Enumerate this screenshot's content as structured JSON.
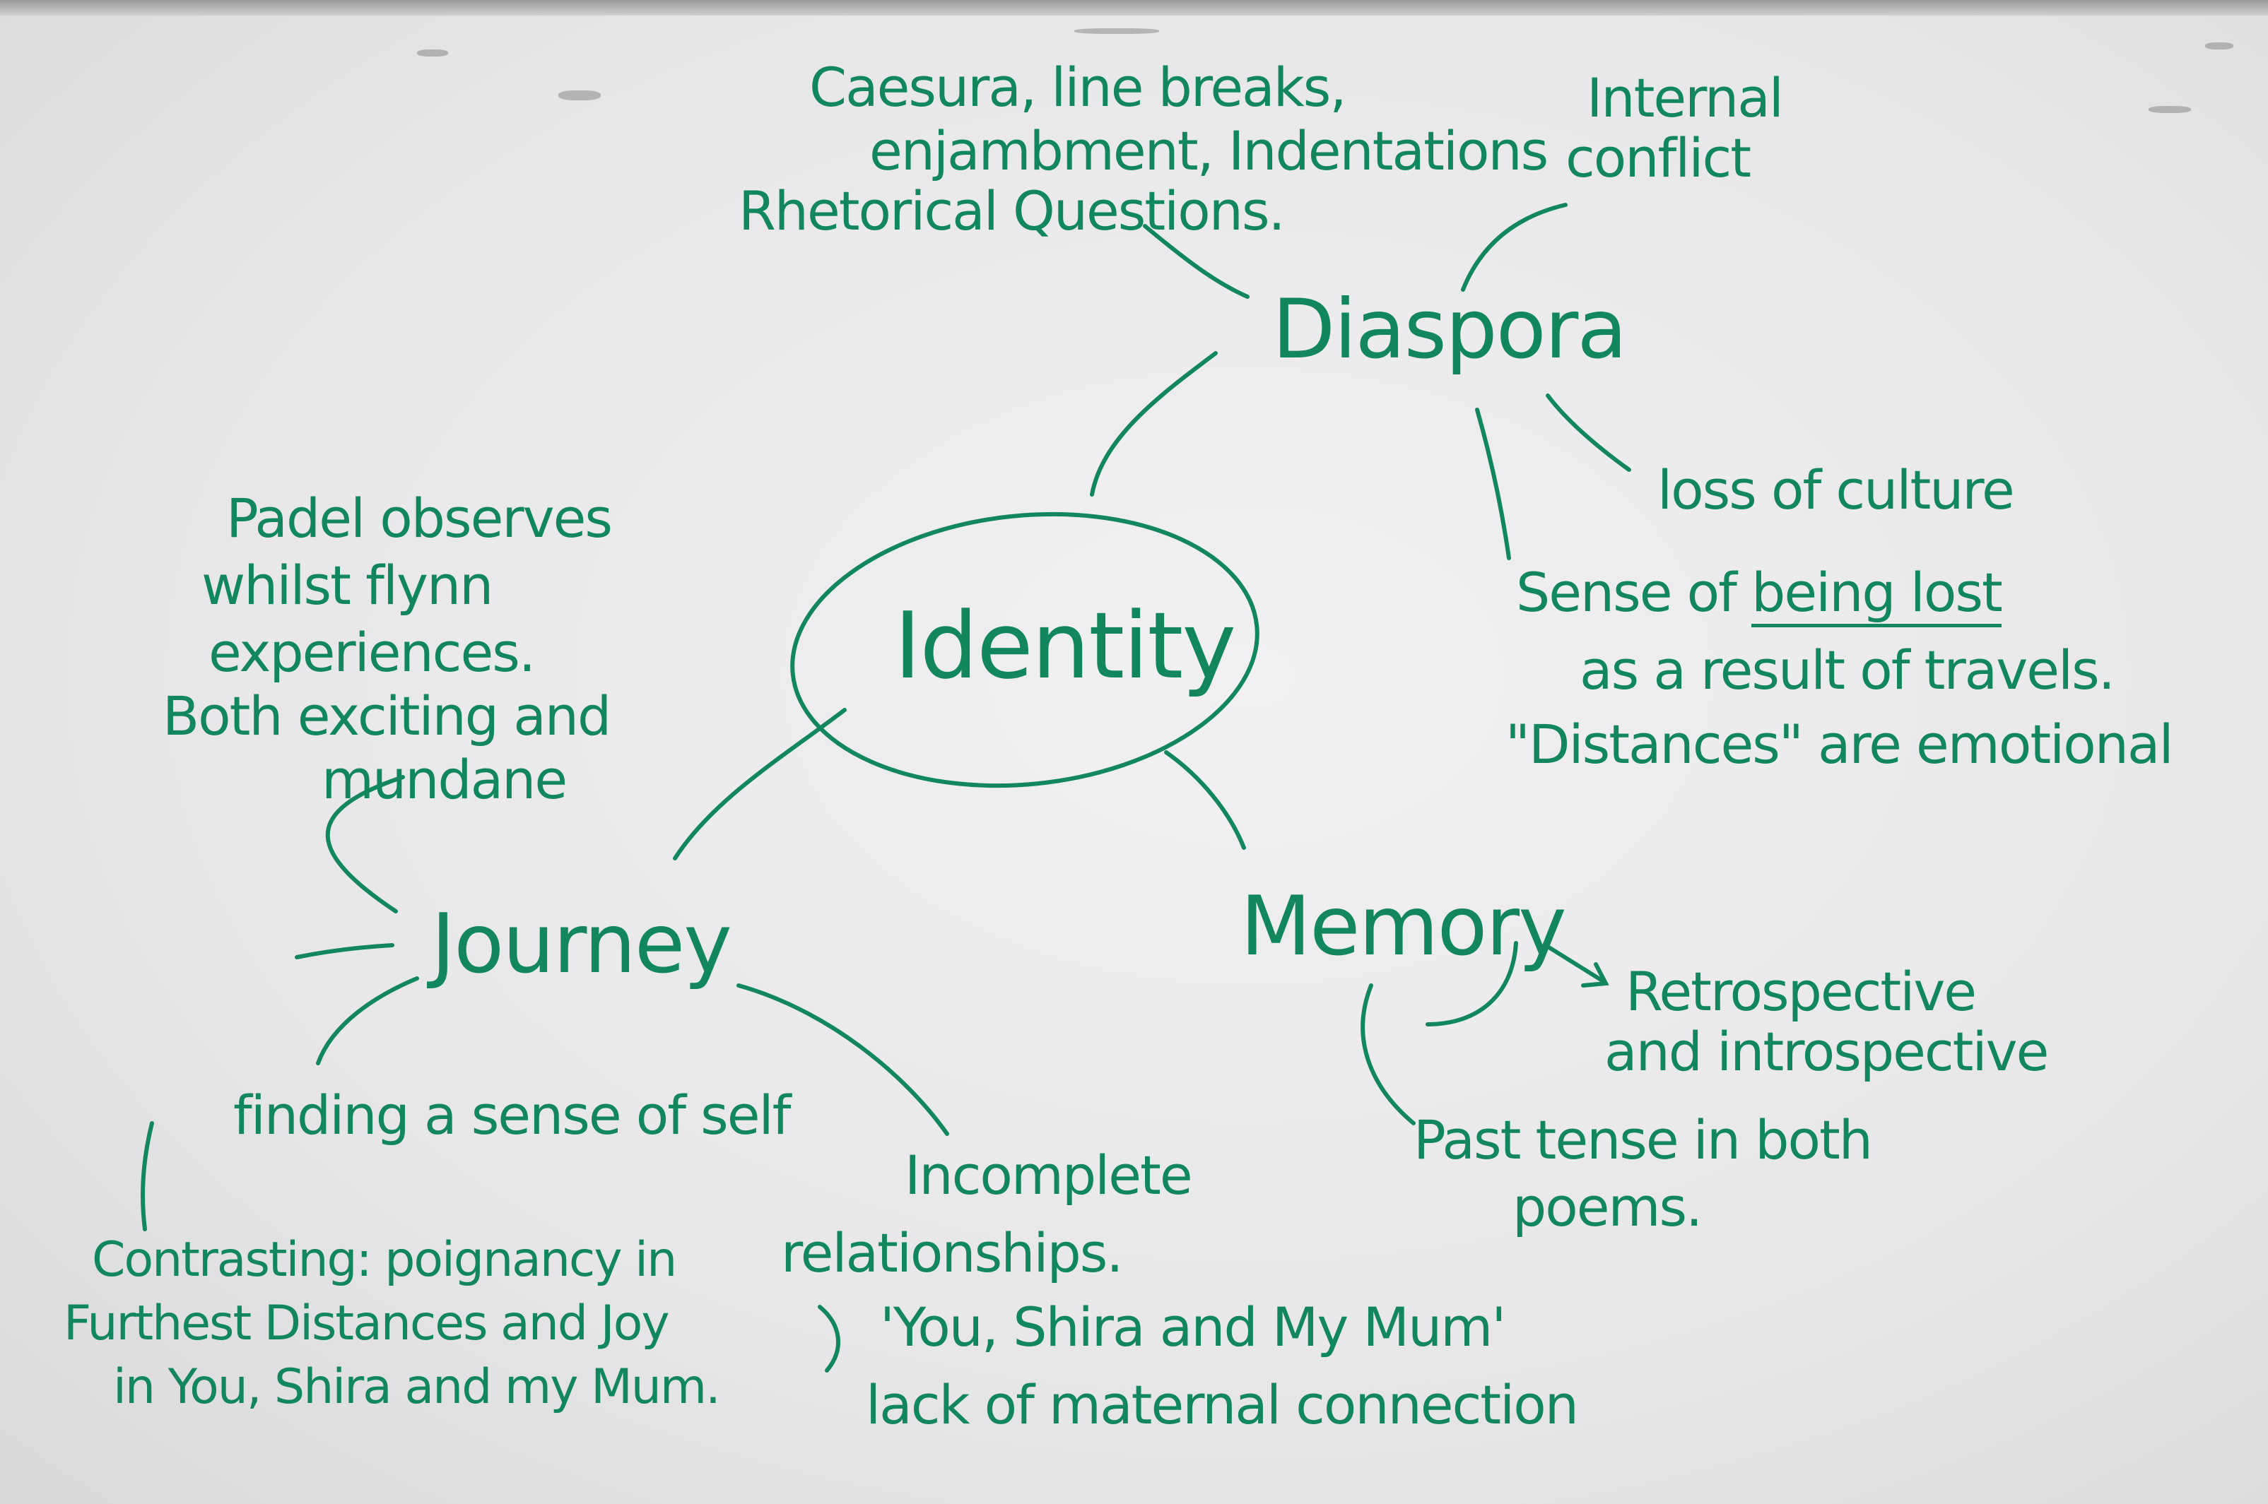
{
  "center": {
    "title": "Identity",
    "ink_color": "#12875e"
  },
  "diaspora": {
    "title": "Diaspora",
    "techniques_line1": "Caesura, line breaks,",
    "techniques_line2": "enjambment, Indentations",
    "techniques_line3": "Rhetorical Questions.",
    "internal_line1": "Internal",
    "internal_line2": "conflict",
    "loss": "loss of culture",
    "lost_prefix": "Sense of ",
    "lost_emph": "being lost",
    "lost_line2": "as a result of travels.",
    "lost_line3": "\"Distances\" are emotional"
  },
  "journey": {
    "title": "Journey",
    "padel_line1": "Padel observes",
    "padel_line2": "whilst flynn",
    "padel_line3": "experiences.",
    "padel_line4": "Both exciting and",
    "padel_line5": "mundane",
    "self": "finding a sense of self",
    "contrast_line1": "Contrasting: poignancy in",
    "contrast_line2": "Furthest Distances and Joy",
    "contrast_line3": "in You, Shira and my Mum.",
    "incomplete_line1": "Incomplete",
    "incomplete_line2": "relationships.",
    "incomplete_line3": "'You, Shira and My Mum'",
    "incomplete_line4": "lack of maternal connection"
  },
  "memory": {
    "title": "Memory",
    "retro_line1": "Retrospective",
    "retro_line2": "and introspective",
    "past_line1": "Past tense in both",
    "past_line2": "poems."
  }
}
